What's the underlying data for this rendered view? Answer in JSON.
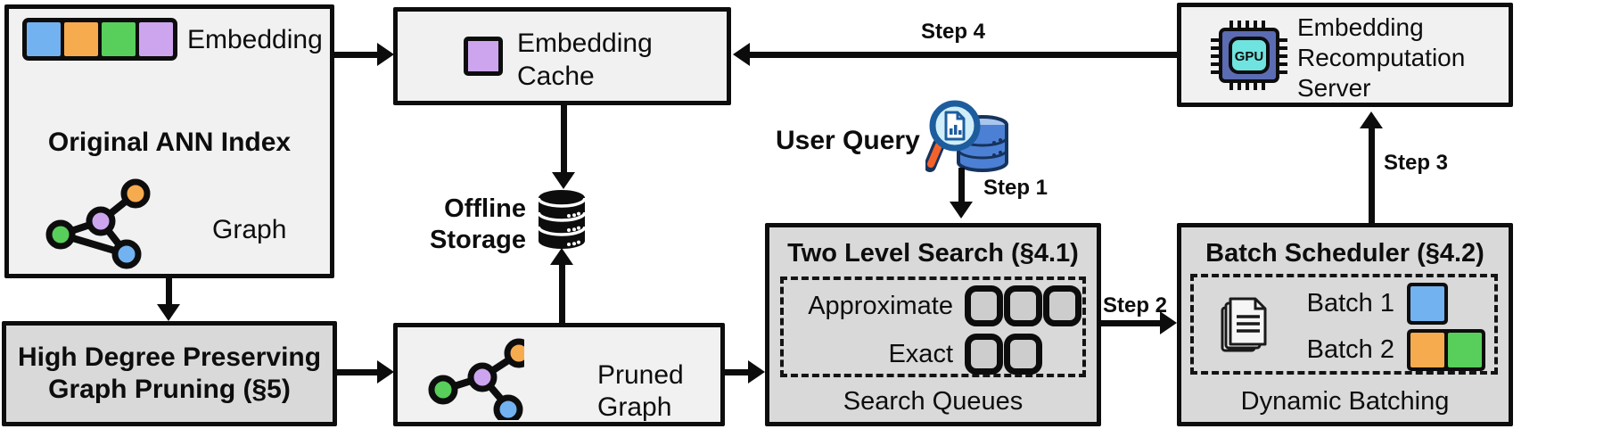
{
  "palette": {
    "blue": "#72b2f0",
    "orange": "#f7ab4f",
    "green": "#58ce5b",
    "purple": "#cda5ef",
    "box_light": "#f1f1f1",
    "box_dark": "#d9d9d9",
    "ink": "#0d0d0d",
    "gpu_body": "#5b6cb3",
    "gpu_core": "#6fe3df",
    "db_blue": "#4c80d4",
    "db_blue_top": "#a9c6ec",
    "db_outline": "#16335c",
    "lens_fill": "#cfeef9",
    "lens_rim": "#1d5d9e",
    "handle_orange": "#f4622b",
    "page_fill": "#f6f6f6"
  },
  "original_index": {
    "title": "Original ANN Index",
    "embedding_label": "Embedding",
    "graph_label": "Graph",
    "embedding_colors": [
      "#72b2f0",
      "#f7ab4f",
      "#58ce5b",
      "#cda5ef"
    ]
  },
  "graph_pruning": {
    "line1": "High Degree Preserving",
    "line2": "Graph Pruning (§5)"
  },
  "embedding_cache": {
    "line1": "Embedding",
    "line2": "Cache"
  },
  "offline_storage": {
    "line1": "Offline",
    "line2": "Storage"
  },
  "pruned_graph": {
    "label": "Pruned Graph"
  },
  "user_query": {
    "label": "User Query"
  },
  "two_level_search": {
    "title": "Two Level Search (§4.1)",
    "rows": [
      {
        "label": "Approximate",
        "slots": 3
      },
      {
        "label": "Exact",
        "slots": 2
      }
    ],
    "caption": "Search Queues"
  },
  "batch_scheduler": {
    "title": "Batch Scheduler (§4.2)",
    "batches": [
      {
        "label": "Batch 1",
        "colors": [
          "#72b2f0"
        ]
      },
      {
        "label": "Batch 2",
        "colors": [
          "#f7ab4f",
          "#58ce5b"
        ]
      }
    ],
    "caption": "Dynamic Batching"
  },
  "recomputation_server": {
    "line1": "Embedding",
    "line2": "Recomputation",
    "line3": "Server",
    "gpu_label": "GPU"
  },
  "steps": {
    "step1": "Step 1",
    "step2": "Step 2",
    "step3": "Step 3",
    "step4": "Step 4"
  }
}
